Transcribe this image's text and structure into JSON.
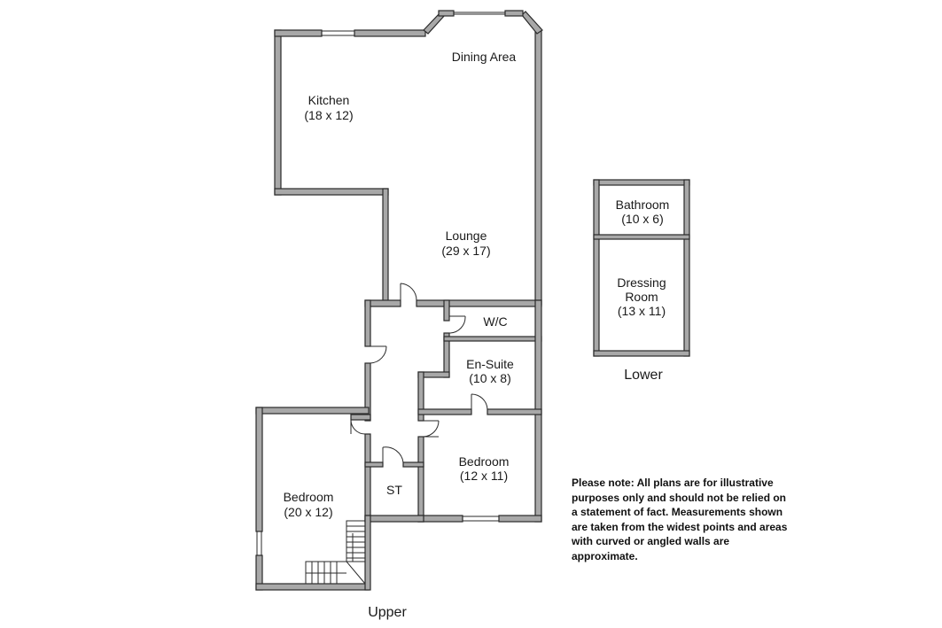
{
  "upper_plan": {
    "caption": "Upper",
    "rooms": {
      "dining_area": {
        "name": "Dining Area"
      },
      "kitchen": {
        "name": "Kitchen",
        "size": "(18 x 12)"
      },
      "lounge": {
        "name": "Lounge",
        "size": "(29 x 17)"
      },
      "wc": {
        "name": "W/C"
      },
      "en_suite": {
        "name": "En-Suite",
        "size": "(10 x 8)"
      },
      "bedroom_2": {
        "name": "Bedroom",
        "size": "(12 x 11)"
      },
      "store": {
        "name": "ST"
      },
      "bedroom_1": {
        "name": "Bedroom",
        "size": "(20 x 12)"
      }
    }
  },
  "lower_plan": {
    "caption": "Lower",
    "rooms": {
      "bathroom": {
        "name": "Bathroom",
        "size": "(10 x 6)"
      },
      "dressing_room": {
        "name_line1": "Dressing",
        "name_line2": "Room",
        "size": "(13 x 11)"
      }
    }
  },
  "disclaimer": "Please note: All plans are for illustrative purposes only and should not be relied on a statement of fact. Measurements shown are taken from the widest points and areas with curved or angled walls are approximate.",
  "colors": {
    "wall_fill": "#a8a8a8",
    "wall_outline": "#2a2a2a",
    "text": "#1a1a1a"
  }
}
